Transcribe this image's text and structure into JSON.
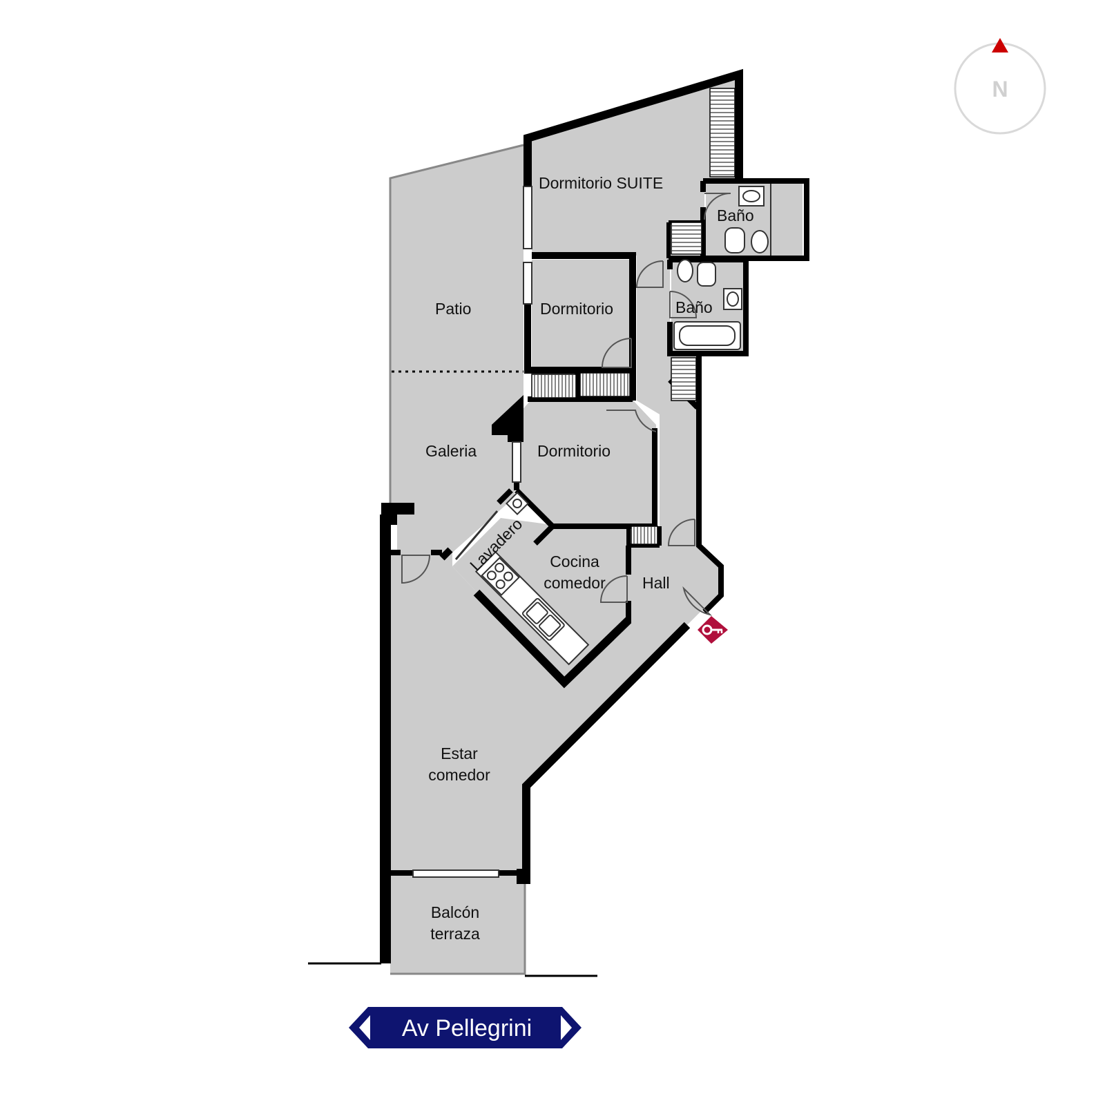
{
  "colors": {
    "floor": "#cccccc",
    "wall": "#000000",
    "street_badge": "#0e1470",
    "entrance_marker": "#b0103c",
    "compass_arrow": "#cc0000",
    "compass_ring": "#d9d9d9"
  },
  "rooms": {
    "dormitorio_suite": "Dormitorio SUITE",
    "bano_suite": "Baño",
    "patio": "Patio",
    "dormitorio_1": "Dormitorio",
    "bano_2": "Baño",
    "galeria": "Galeria",
    "dormitorio_2": "Dormitorio",
    "lavadero": "Lavadero",
    "cocina_comedor": {
      "line1": "Cocina",
      "line2": "comedor"
    },
    "hall": "Hall",
    "estar_comedor": {
      "line1": "Estar",
      "line2": "comedor"
    },
    "balcon_terraza": {
      "line1": "Balcón",
      "line2": "terraza"
    }
  },
  "street": {
    "name": "Av Pellegrini"
  },
  "compass": {
    "north_label": "N",
    "arrow_icon": "north-arrow-icon"
  },
  "entrance": {
    "icon": "key-icon"
  }
}
